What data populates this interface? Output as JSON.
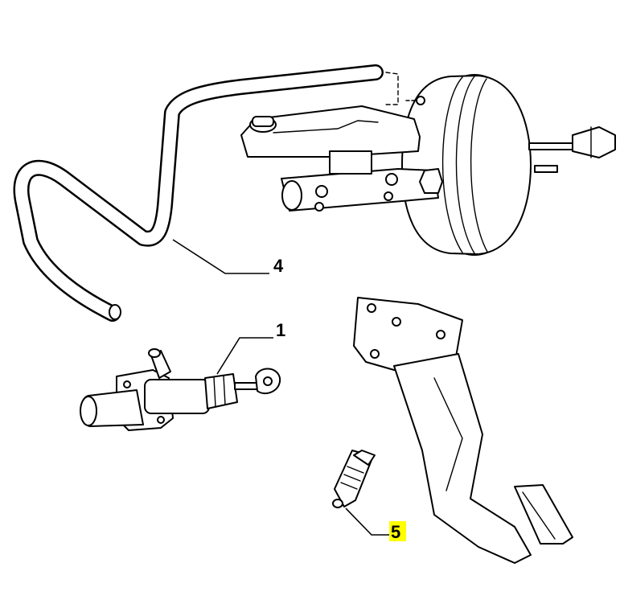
{
  "callouts": [
    {
      "id": "4",
      "label": "4",
      "part": "hose",
      "highlighted": false
    },
    {
      "id": "1",
      "label": "1",
      "part": "clutch-master-cylinder",
      "highlighted": false
    },
    {
      "id": "5",
      "label": "5",
      "part": "pedal-switch",
      "highlighted": true
    }
  ],
  "colors": {
    "line": "#000000",
    "background": "#ffffff",
    "highlight": "#ffff00"
  }
}
